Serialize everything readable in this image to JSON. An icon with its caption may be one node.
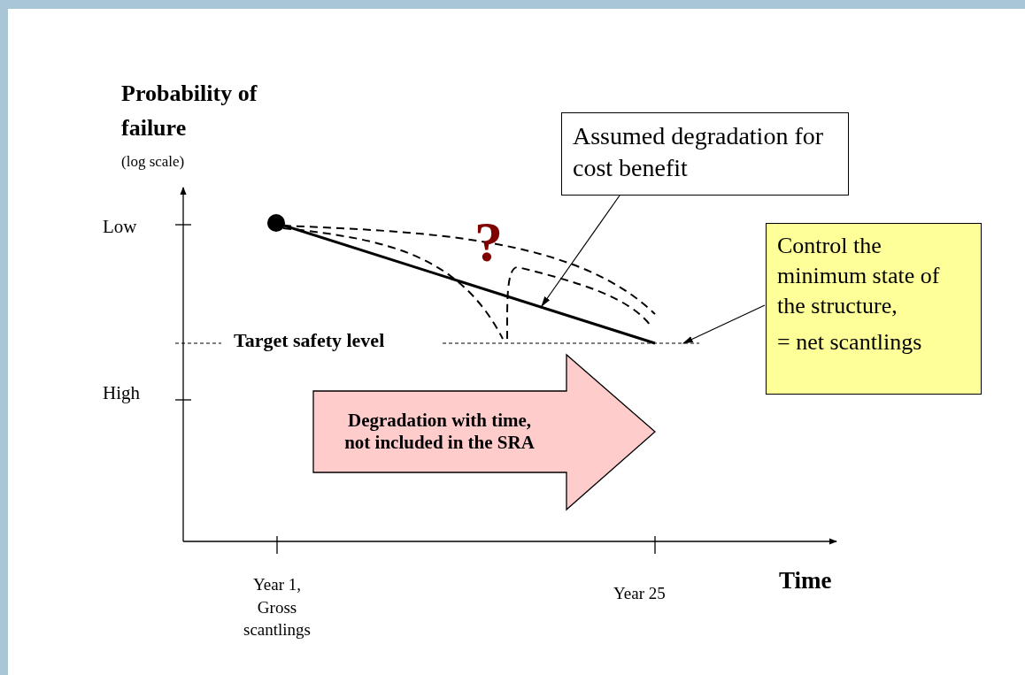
{
  "diagram": {
    "nodes": [
      {
        "text": [
          "Assumed degradation for cost benefit"
        ]
      },
      {
        "text": [],
        "shape": "line"
      },
      {
        "text": [
          "Control the minimum state of the structure,",
          "= net scantlings"
        ]
      },
      {
        "text": [],
        "shape": "line"
      },
      {
        "text": [
          "Degradation with time, not included in the SRA"
        ]
      }
    ],
    "edges": [
      {
        "from": 0,
        "to": 1,
        "arrow": "to"
      },
      {
        "from": 2,
        "to": 3,
        "arrow": "to"
      }
    ],
    "labels": [
      "Probability of failure",
      "(log scale)",
      "Low",
      "?",
      "High",
      "Target safety level",
      "Year 1, Gross scantlings",
      "Year 25",
      "Time"
    ]
  }
}
